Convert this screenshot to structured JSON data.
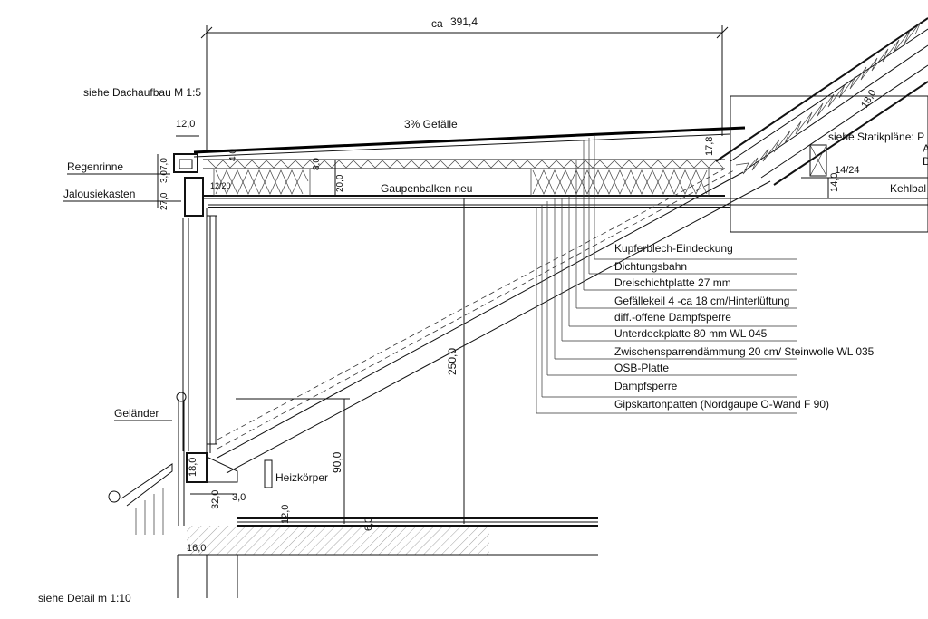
{
  "notes": {
    "roof_ref": "siehe Dachaufbau M 1:5",
    "detail_ref": "siehe Detail m 1:10",
    "statik_ref": "siehe Statikpläne: P",
    "statik_line2": "A",
    "statik_line3": "D"
  },
  "labels": {
    "slope": "3% Gefälle",
    "gutter": "Regenrinne",
    "blind_box": "Jalousiekasten",
    "beam": "Gaupenbalken neu",
    "railing": "Geländer",
    "radiator": "Heizkörper",
    "kehlbalken": "Kehlbal"
  },
  "dimensions": {
    "overall_prefix": "ca",
    "overall": "391,4",
    "d12_top": "12,0",
    "d7": "7,0",
    "d3": "3,0",
    "d27": "27,0",
    "d4": "4,0",
    "d8": "8,0",
    "d20": "20,0",
    "d12_20": "12/20",
    "d17_8": "17,8",
    "d18_0_rafter": "18,0",
    "d14_24": "14/24",
    "d14": "14,0",
    "d250": "250,0",
    "d90": "90,0",
    "d18_0_sill": "18,0",
    "d32": "32,0",
    "d3_0": "3,0",
    "d12_low": "12,0",
    "d6": "6,0",
    "d16": "16,0"
  },
  "layers": [
    "Kupferblech-Eindeckung",
    "Dichtungsbahn",
    "Dreischichtplatte 27 mm",
    "Gefällekeil 4 -ca 18 cm/Hinterlüftung",
    "diff.-offene Dampfsperre",
    "Unterdeckplatte 80 mm WL 045",
    "Zwischensparrendämmung 20 cm/ Steinwolle WL 035",
    "OSB-Platte",
    "Dampfsperre",
    "Gipskartonpatten (Nordgaupe O-Wand F 90)"
  ]
}
